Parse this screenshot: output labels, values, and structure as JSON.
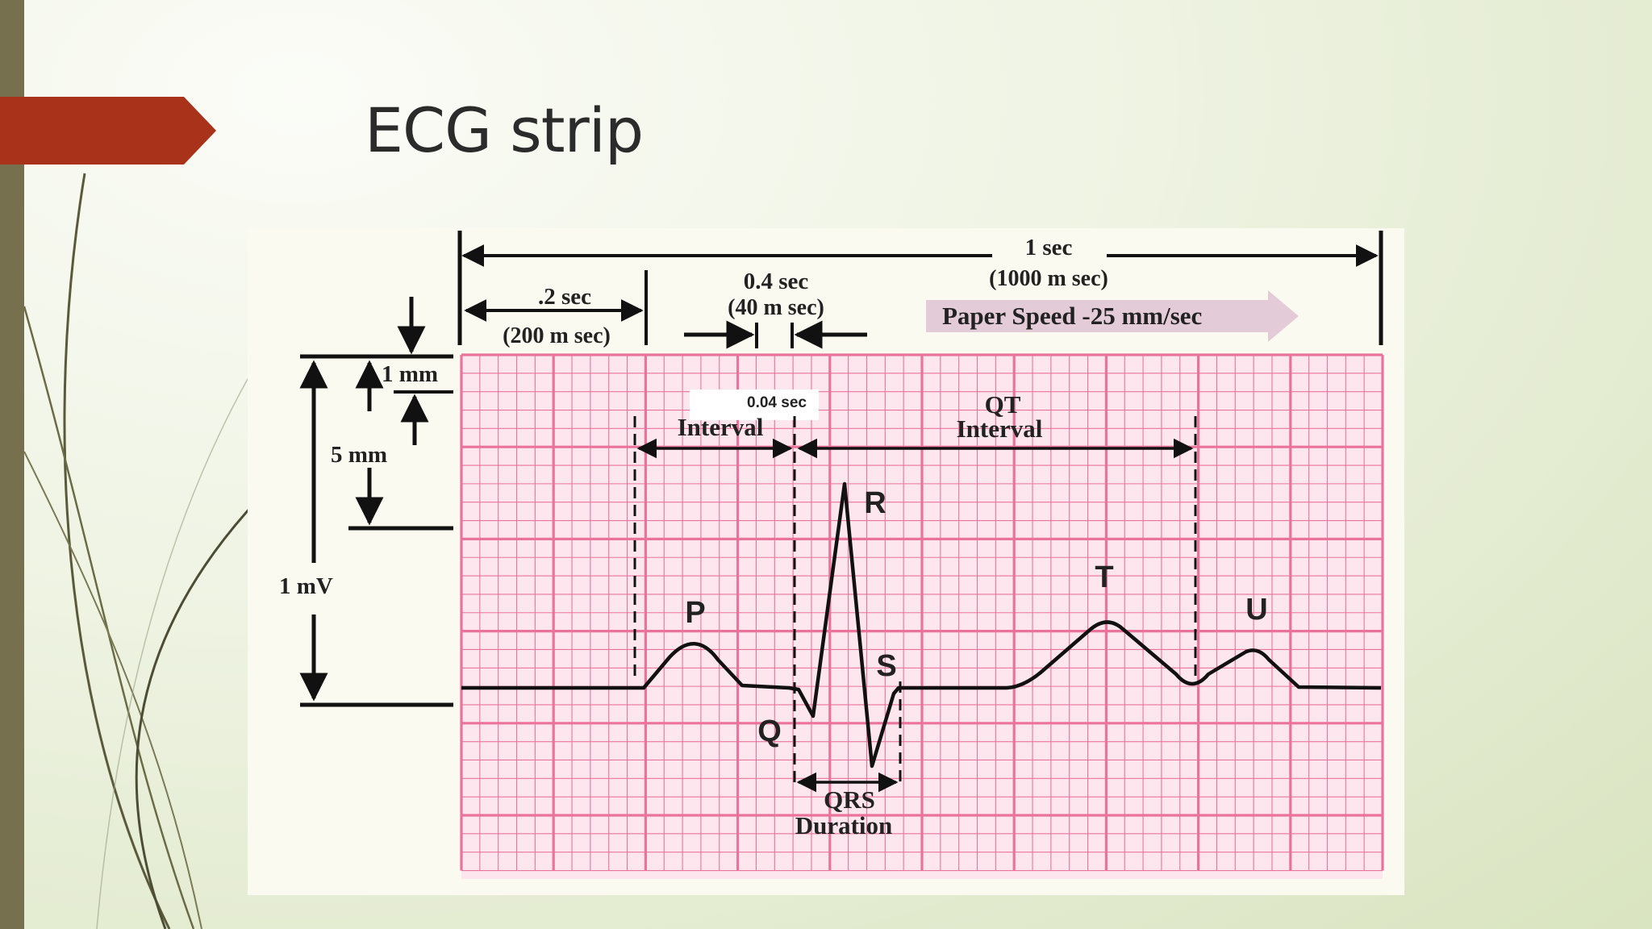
{
  "slide": {
    "title": "ECG strip"
  },
  "diagram": {
    "top_scale": {
      "total_top": "1 sec",
      "total_bottom": "(1000 m sec)",
      "small_top": ".2 sec",
      "small_bottom": "(200 m sec)"
    },
    "box": {
      "top": "0.4 sec",
      "bottom": "(40 m sec)"
    },
    "paper_speed": "Paper Speed -25 mm/sec",
    "left_scale": {
      "small": "1 mm",
      "medium": "5 mm",
      "voltage": "1 mV"
    },
    "intervals": {
      "pr_small": "0.04 sec",
      "pr_label": "Interval",
      "qt_line1": "QT",
      "qt_line2": "Interval",
      "qrs_line1": "QRS",
      "qrs_line2": "Duration"
    },
    "waves": {
      "p": "P",
      "q": "Q",
      "r": "R",
      "s": "S",
      "t": "T",
      "u": "U"
    },
    "colors": {
      "grid": "#e9739a",
      "paper": "#fde6ee",
      "trace": "#111111",
      "accent": "#a8321a"
    }
  }
}
